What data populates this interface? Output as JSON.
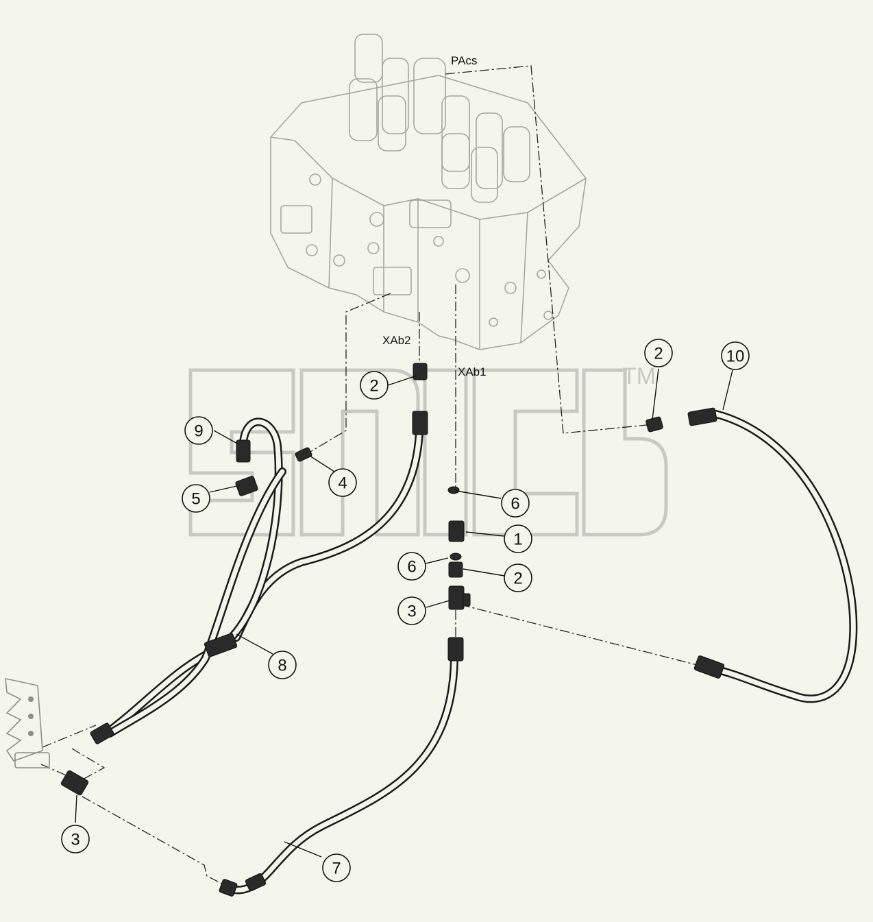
{
  "ports": {
    "pacs": "PAcs",
    "xab2": "XAb2",
    "xab1": "XAb1"
  },
  "watermark": {
    "text": "TM",
    "color": "#c8c9c2"
  },
  "callouts": [
    {
      "id": "c1",
      "number": "1"
    },
    {
      "id": "c2a",
      "number": "2"
    },
    {
      "id": "c2b",
      "number": "2"
    },
    {
      "id": "c2c",
      "number": "2"
    },
    {
      "id": "c3a",
      "number": "3"
    },
    {
      "id": "c3b",
      "number": "3"
    },
    {
      "id": "c4",
      "number": "4"
    },
    {
      "id": "c5",
      "number": "5"
    },
    {
      "id": "c6a",
      "number": "6"
    },
    {
      "id": "c6b",
      "number": "6"
    },
    {
      "id": "c7",
      "number": "7"
    },
    {
      "id": "c8",
      "number": "8"
    },
    {
      "id": "c9",
      "number": "9"
    },
    {
      "id": "c10",
      "number": "10"
    }
  ],
  "colors": {
    "background": "#f4f6ec",
    "line": "#1a1a1a",
    "valve_outline": "#a5a7a0"
  }
}
